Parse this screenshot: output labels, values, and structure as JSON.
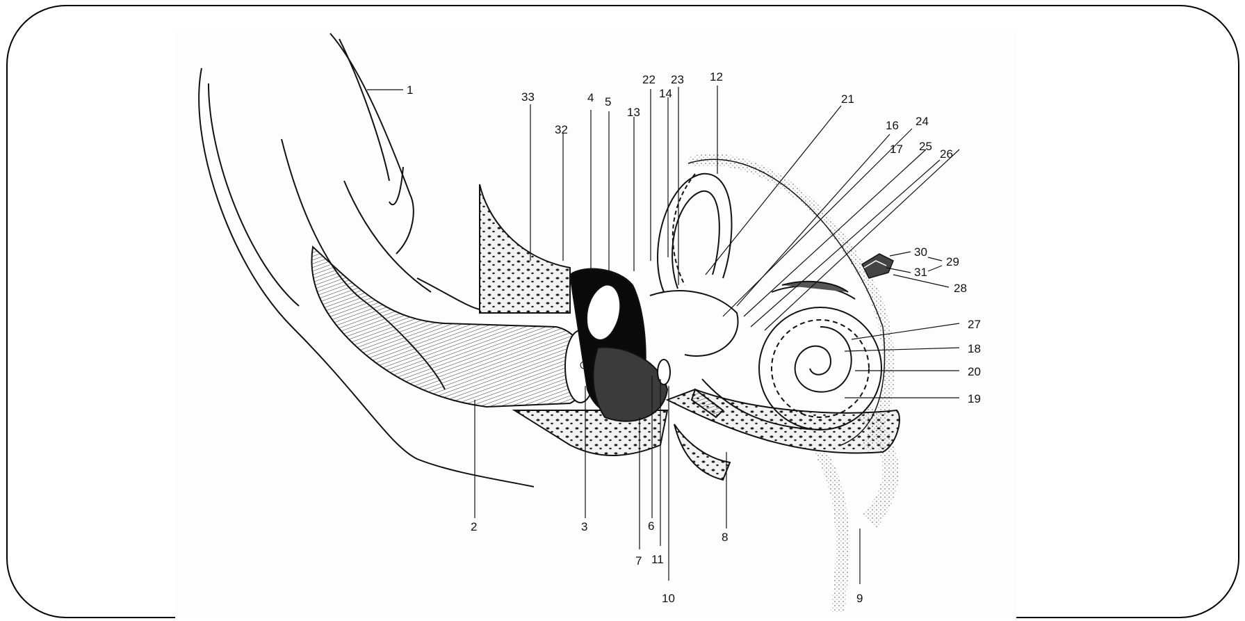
{
  "diagram": {
    "labels": {
      "l1": "1",
      "l2": "2",
      "l3": "3",
      "l4": "4",
      "l5": "5",
      "l6": "6",
      "l7": "7",
      "l8": "8",
      "l9": "9",
      "l10": "10",
      "l11": "11",
      "l12": "12",
      "l13": "13",
      "l14": "14",
      "l16": "16",
      "l17": "17",
      "l18": "18",
      "l19": "19",
      "l20": "20",
      "l21": "21",
      "l22": "22",
      "l23": "23",
      "l24": "24",
      "l25": "25",
      "l26": "26",
      "l27": "27",
      "l28": "28",
      "l29": "29",
      "l30": "30",
      "l31": "31",
      "l32": "32",
      "l33": "33"
    }
  }
}
